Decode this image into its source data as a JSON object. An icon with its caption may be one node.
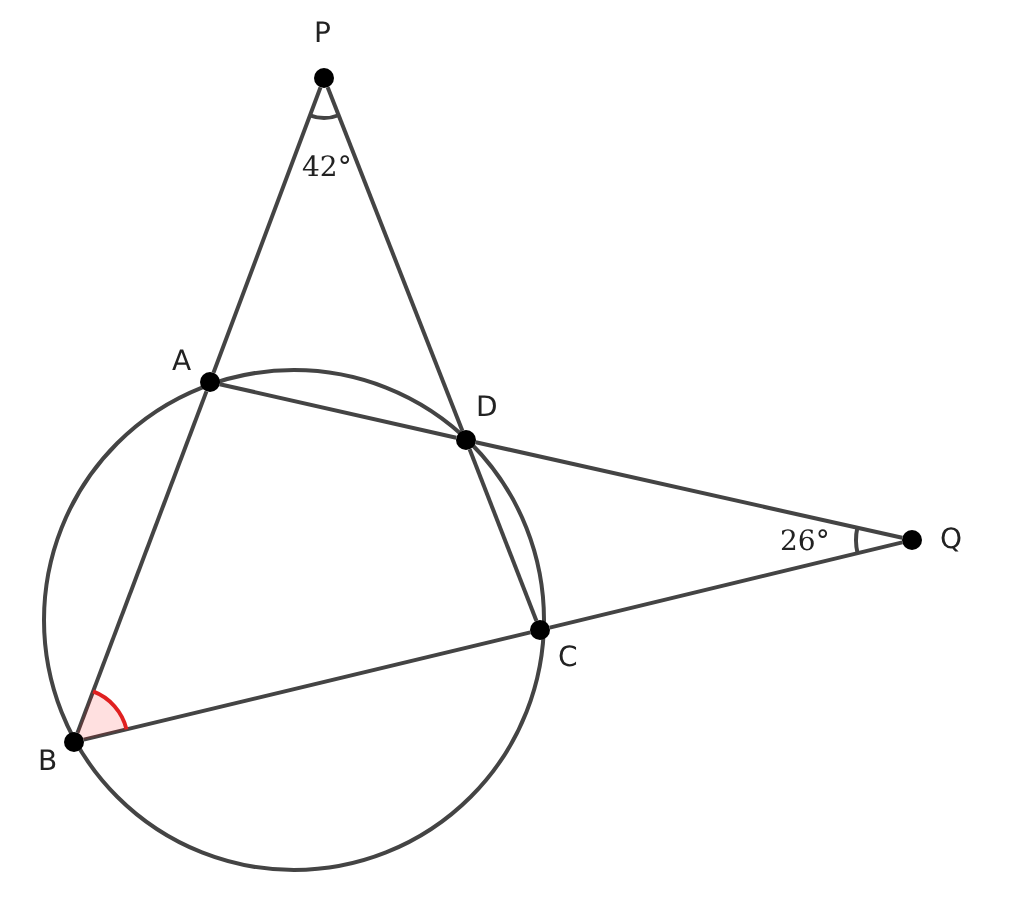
{
  "diagram": {
    "nodes": [
      {
        "text": [
          "P"
        ]
      },
      {
        "text": [
          "A"
        ]
      },
      {
        "text": [
          "D"
        ]
      },
      {
        "text": [
          "Q"
        ]
      },
      {
        "text": [
          "C"
        ]
      },
      {
        "text": [
          "B"
        ]
      }
    ],
    "edges": [
      {
        "from": 0,
        "to": 1,
        "arrow": "none"
      },
      {
        "from": 1,
        "to": 5,
        "arrow": "none"
      },
      {
        "from": 0,
        "to": 2,
        "arrow": "none"
      },
      {
        "from": 2,
        "to": 4,
        "arrow": "none"
      },
      {
        "from": 1,
        "to": 2,
        "arrow": "none"
      },
      {
        "from": 2,
        "to": 3,
        "arrow": "none"
      },
      {
        "from": 5,
        "to": 4,
        "arrow": "none"
      },
      {
        "from": 4,
        "to": 3,
        "arrow": "none"
      }
    ],
    "labels": [
      "42°",
      "26°"
    ]
  }
}
